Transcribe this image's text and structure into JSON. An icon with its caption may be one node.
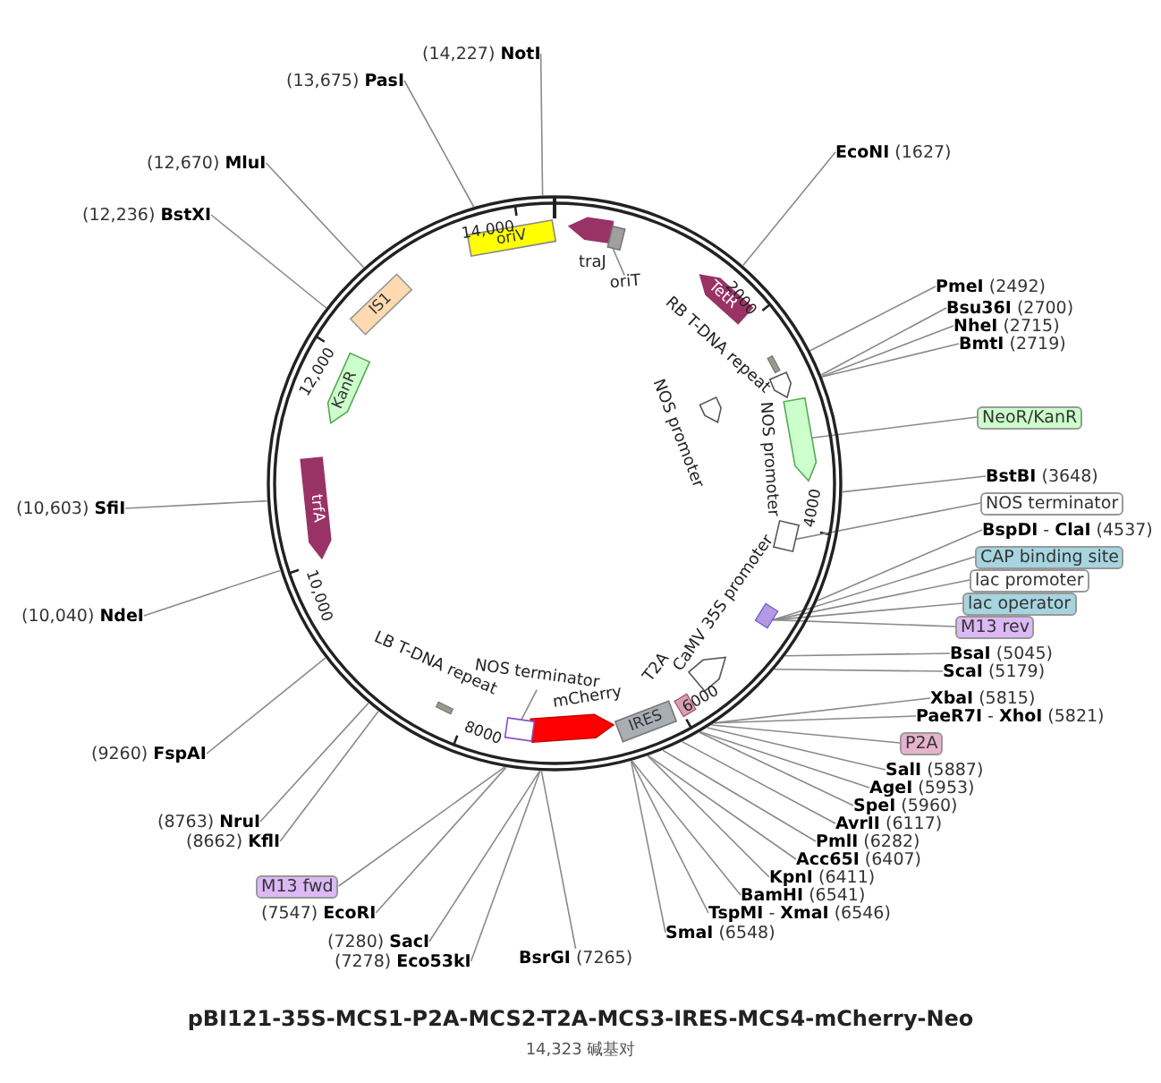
{
  "diagram": {
    "title": "pBI121-35S-MCS1-P2A-MCS2-T2A-MCS3-IRES-MCS4-mCherry-Neo",
    "caption": "14,323 碱基对",
    "nodes": [
      {
        "text": [],
        "shape": "circle"
      },
      {
        "text": [
          "(14,227) **NotI**"
        ]
      },
      {
        "text": [
          "(13,675) **PasI**"
        ]
      },
      {
        "text": [
          "**EcoNI** (1627)"
        ]
      },
      {
        "text": [
          "(12,670) **MluI**"
        ]
      },
      {
        "text": [
          "(12,236) **BstXI**"
        ]
      },
      {
        "text": [
          "oriV"
        ],
        "in": 0
      },
      {
        "text": [],
        "shape": "arrow",
        "beside": [
          "traJ"
        ],
        "in": 0
      },
      {
        "text": [],
        "shape": "box",
        "in": 0
      },
      {
        "text": [
          "oriT"
        ],
        "in": 0
      },
      {
        "text": [
          "TetR"
        ],
        "in": 0
      },
      {
        "text": [],
        "shape": "bar",
        "beside": [
          "RB T-DNA repeat"
        ],
        "in": 0
      },
      {
        "text": [
          "**PmeI** (2492)"
        ]
      },
      {
        "text": [
          "**Bsu36I** (2700)"
        ]
      },
      {
        "text": [
          "**NheI** (2715)"
        ]
      },
      {
        "text": [
          "**BmtI** (2719)"
        ]
      },
      {
        "text": [
          "IS1"
        ],
        "in": 0
      },
      {
        "text": [],
        "shape": "arrow",
        "beside": [
          "NOS promoter"
        ],
        "in": 0
      },
      {
        "text": [],
        "shape": "arrow",
        "beside": [
          "NOS promoter"
        ],
        "in": 0
      },
      {
        "text": [
          "KanR"
        ],
        "in": 0
      },
      {
        "text": [],
        "shape": "arrow",
        "in": 0
      },
      {
        "text": [
          "NeoR/KanR"
        ]
      },
      {
        "text": [
          "**BstBI** (3648)"
        ]
      },
      {
        "text": [],
        "shape": "box",
        "in": 0
      },
      {
        "text": [
          "NOS terminator"
        ]
      },
      {
        "text": [
          "**BspDI** - **ClaI** (4537)"
        ]
      },
      {
        "text": [
          "(10,603) **SfiI**"
        ]
      },
      {
        "text": [
          "trfA"
        ],
        "in": 0
      },
      {
        "text": [],
        "shape": "bar",
        "in": 0
      },
      {
        "text": [],
        "shape": "arrow",
        "beside": [
          "CaMV 35S promoter"
        ],
        "in": 0
      },
      {
        "text": [
          "CAP binding site"
        ]
      },
      {
        "text": [
          "lac promoter"
        ]
      },
      {
        "text": [
          "lac operator"
        ]
      },
      {
        "text": [
          "M13 rev"
        ]
      },
      {
        "text": [
          "(10,040) **NdeI**"
        ]
      },
      {
        "text": [
          "**BsaI** (5045)"
        ]
      },
      {
        "text": [
          "**ScaI** (5179)"
        ]
      },
      {
        "text": [],
        "shape": "bar",
        "beside": [
          "T2A"
        ],
        "in": 0
      },
      {
        "text": [
          "IRES"
        ],
        "in": 0
      },
      {
        "text": [],
        "shape": "arrow",
        "beside": [
          "mCherry"
        ],
        "in": 0
      },
      {
        "text": [],
        "shape": "box",
        "in": 0
      },
      {
        "text": [
          "NOS terminator"
        ],
        "in": 0
      },
      {
        "text": [],
        "shape": "bar",
        "beside": [
          "LB T-DNA repeat"
        ],
        "in": 0
      },
      {
        "text": [
          "**XbaI** (5815)"
        ]
      },
      {
        "text": [
          "**PaeR7I** - **XhoI** (5821)"
        ]
      },
      {
        "text": [
          "P2A"
        ]
      },
      {
        "text": [
          "**SalI** (5887)"
        ]
      },
      {
        "text": [
          "**AgeI** (5953)"
        ]
      },
      {
        "text": [
          "**SpeI** (5960)"
        ]
      },
      {
        "text": [
          "(9260) **FspAI**"
        ]
      },
      {
        "text": [
          "**AvrII** (6117)"
        ]
      },
      {
        "text": [
          "**PmlI** (6282)"
        ]
      },
      {
        "text": [
          "(8763) **NruI**"
        ]
      },
      {
        "text": [
          "(8662) **KflI**"
        ]
      },
      {
        "text": [
          "**Acc65I** (6407)"
        ]
      },
      {
        "text": [
          "**KpnI** (6411)"
        ]
      },
      {
        "text": [
          "**BamHI** (6541)"
        ]
      },
      {
        "text": [
          "M13 fwd"
        ]
      },
      {
        "text": [
          "(7547) **EcoRI**"
        ]
      },
      {
        "text": [
          "**TspMI** - **XmaI** (6546)"
        ]
      },
      {
        "text": [
          "**SmaI** (6548)"
        ]
      },
      {
        "text": [
          "(7280) **SacI**"
        ]
      },
      {
        "text": [
          "(7278) **Eco53kI**"
        ]
      },
      {
        "text": [
          "**BsrGI** (7265)"
        ]
      }
    ],
    "edges": [
      {
        "from": 1,
        "to": 0,
        "arrow": "none"
      },
      {
        "from": 2,
        "to": 0,
        "arrow": "none"
      },
      {
        "from": 3,
        "to": 0,
        "arrow": "none"
      },
      {
        "from": 4,
        "to": 0,
        "arrow": "none"
      },
      {
        "from": 5,
        "to": 0,
        "arrow": "none"
      },
      {
        "from": 9,
        "to": 8,
        "arrow": "none"
      },
      {
        "from": 12,
        "to": 0,
        "arrow": "none"
      },
      {
        "from": 13,
        "to": 0,
        "arrow": "none"
      },
      {
        "from": 14,
        "to": 0,
        "arrow": "none"
      },
      {
        "from": 15,
        "to": 0,
        "arrow": "none"
      },
      {
        "from": 21,
        "to": 20,
        "arrow": "none"
      },
      {
        "from": 22,
        "to": 0,
        "arrow": "none"
      },
      {
        "from": 24,
        "to": 23,
        "arrow": "none"
      },
      {
        "from": 25,
        "to": 0,
        "arrow": "none"
      },
      {
        "from": 26,
        "to": 0,
        "arrow": "none"
      },
      {
        "from": 30,
        "to": 28,
        "arrow": "none"
      },
      {
        "from": 31,
        "to": 28,
        "arrow": "none"
      },
      {
        "from": 32,
        "to": 28,
        "arrow": "none"
      },
      {
        "from": 33,
        "to": 28,
        "arrow": "none"
      },
      {
        "from": 34,
        "to": 0,
        "arrow": "none"
      },
      {
        "from": 35,
        "to": 0,
        "arrow": "none"
      },
      {
        "from": 36,
        "to": 0,
        "arrow": "none"
      },
      {
        "from": 41,
        "to": 40,
        "arrow": "none"
      },
      {
        "from": 43,
        "to": 0,
        "arrow": "none"
      },
      {
        "from": 44,
        "to": 0,
        "arrow": "none"
      },
      {
        "from": 45,
        "to": 0,
        "arrow": "none"
      },
      {
        "from": 46,
        "to": 0,
        "arrow": "none"
      },
      {
        "from": 47,
        "to": 0,
        "arrow": "none"
      },
      {
        "from": 48,
        "to": 0,
        "arrow": "none"
      },
      {
        "from": 49,
        "to": 0,
        "arrow": "none"
      },
      {
        "from": 50,
        "to": 0,
        "arrow": "none"
      },
      {
        "from": 51,
        "to": 0,
        "arrow": "none"
      },
      {
        "from": 52,
        "to": 0,
        "arrow": "none"
      },
      {
        "from": 53,
        "to": 0,
        "arrow": "none"
      },
      {
        "from": 54,
        "to": 0,
        "arrow": "none"
      },
      {
        "from": 55,
        "to": 0,
        "arrow": "none"
      },
      {
        "from": 56,
        "to": 0,
        "arrow": "none"
      },
      {
        "from": 57,
        "to": 0,
        "arrow": "none"
      },
      {
        "from": 58,
        "to": 0,
        "arrow": "none"
      },
      {
        "from": 59,
        "to": 0,
        "arrow": "none"
      },
      {
        "from": 60,
        "to": 0,
        "arrow": "none"
      },
      {
        "from": 61,
        "to": 0,
        "arrow": "none"
      },
      {
        "from": 62,
        "to": 0,
        "arrow": "none"
      },
      {
        "from": 63,
        "to": 0,
        "arrow": "none"
      }
    ],
    "labels": [
      "14,000",
      "2000",
      "4000",
      "6000",
      "8000",
      "10,000",
      "12,000"
    ]
  }
}
